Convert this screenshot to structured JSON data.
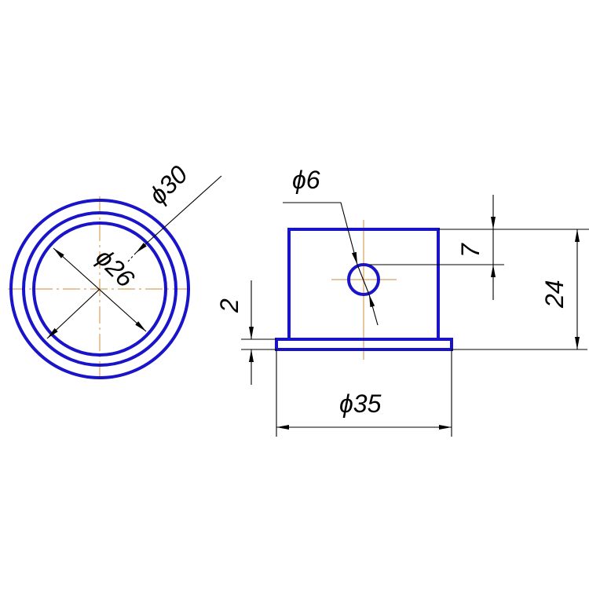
{
  "drawing": {
    "left_view": {
      "dim_outer": "ϕ30",
      "dim_inner": "ϕ26"
    },
    "front_view": {
      "dim_hole": "ϕ6",
      "dim_hole_offset": "7",
      "dim_height": "24",
      "dim_flange_thickness": "2",
      "dim_flange_diameter": "ϕ35"
    },
    "colors": {
      "part_outline": "#1a14c8",
      "centerline": "#d9a060",
      "dimension": "#000000"
    }
  }
}
